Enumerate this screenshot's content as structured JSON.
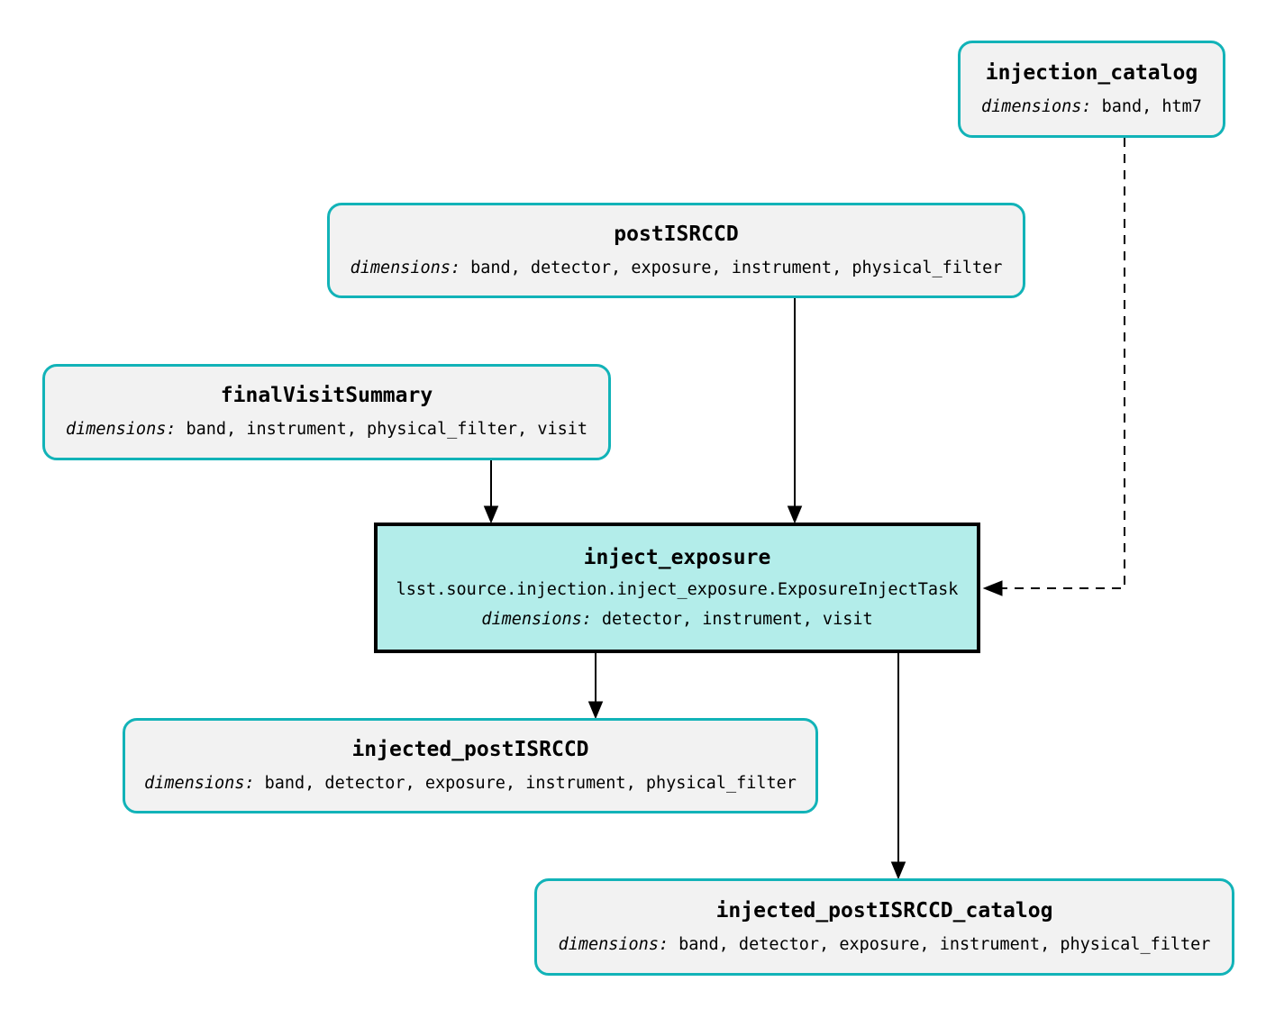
{
  "diagram": {
    "labels": {
      "dimensions": "dimensions:"
    },
    "colors": {
      "dataset_border": "#12b3b8",
      "dataset_fill": "#f2f2f2",
      "task_border": "#000000",
      "task_fill": "#b3edea",
      "edge": "#000000"
    },
    "nodes": {
      "injection_catalog": {
        "title": "injection_catalog",
        "dims": "band, htm7"
      },
      "postISRCCD": {
        "title": "postISRCCD",
        "dims": "band, detector, exposure, instrument, physical_filter"
      },
      "finalVisitSummary": {
        "title": "finalVisitSummary",
        "dims": "band, instrument, physical_filter, visit"
      },
      "inject_exposure": {
        "title": "inject_exposure",
        "task_class": "lsst.source.injection.inject_exposure.ExposureInjectTask",
        "dims": "detector, instrument, visit"
      },
      "injected_postISRCCD": {
        "title": "injected_postISRCCD",
        "dims": "band, detector, exposure, instrument, physical_filter"
      },
      "injected_postISRCCD_catalog": {
        "title": "injected_postISRCCD_catalog",
        "dims": "band, detector, exposure, instrument, physical_filter"
      }
    },
    "edges": [
      {
        "from": "postISRCCD",
        "to": "inject_exposure",
        "style": "solid"
      },
      {
        "from": "finalVisitSummary",
        "to": "inject_exposure",
        "style": "solid"
      },
      {
        "from": "injection_catalog",
        "to": "inject_exposure",
        "style": "dashed"
      },
      {
        "from": "inject_exposure",
        "to": "injected_postISRCCD",
        "style": "solid"
      },
      {
        "from": "inject_exposure",
        "to": "injected_postISRCCD_catalog",
        "style": "solid"
      }
    ]
  }
}
